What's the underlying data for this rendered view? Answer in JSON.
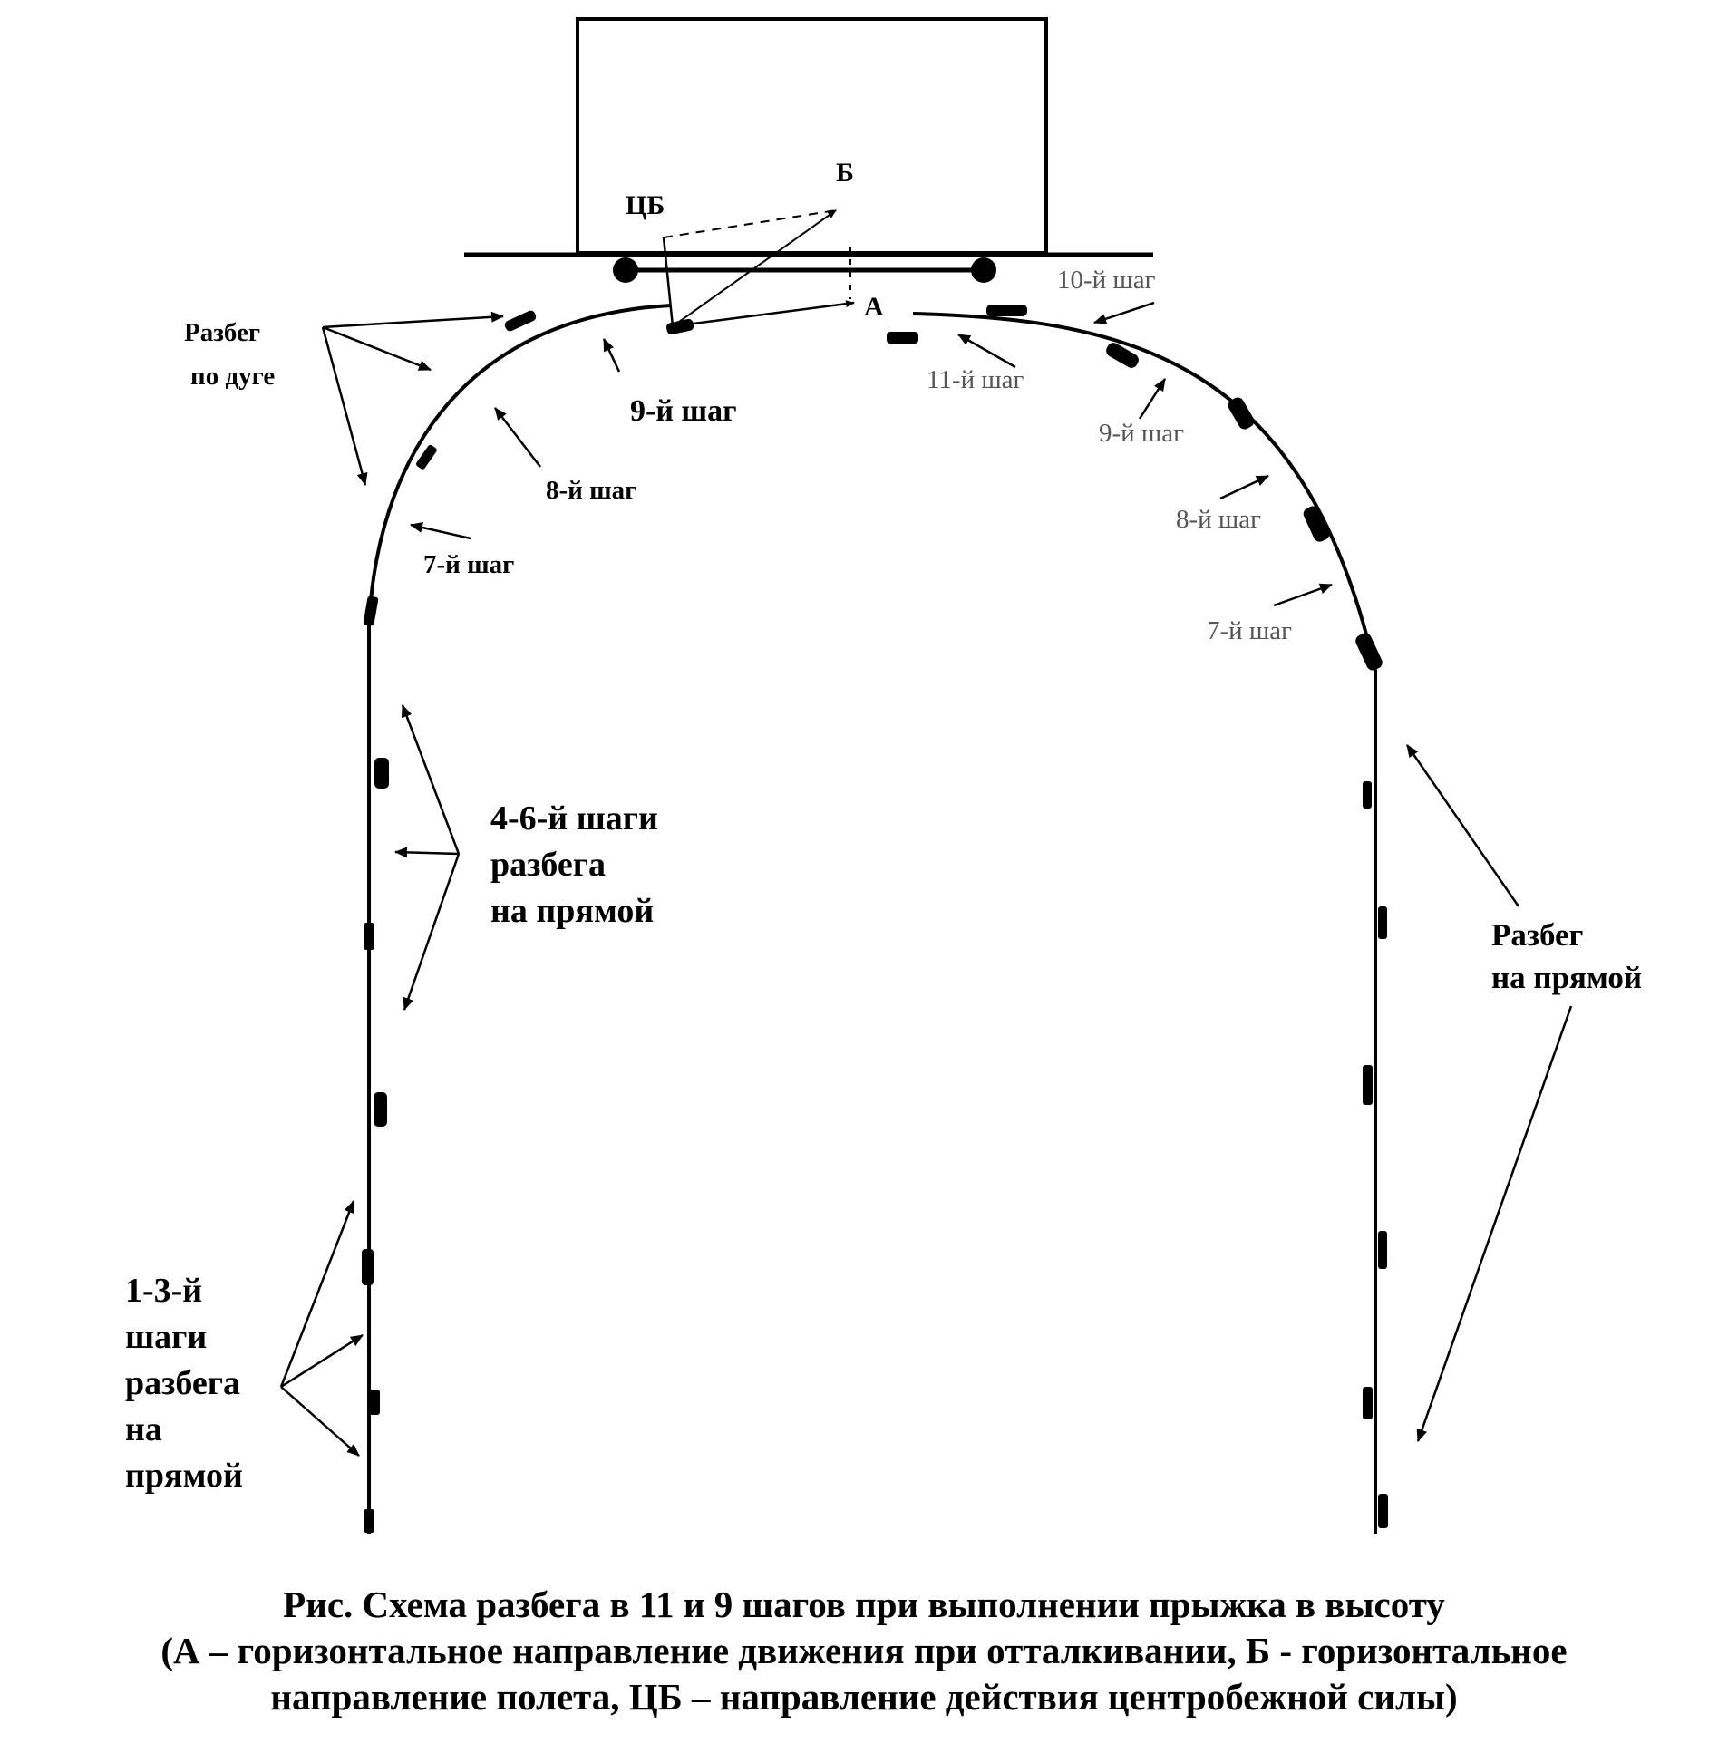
{
  "labels": {
    "cb": "ЦБ",
    "b": "Б",
    "a": "А",
    "left_arc": [
      "Разбег",
      "по дуге"
    ],
    "left_step9": "9-й шаг",
    "left_step8": "8-й шаг",
    "left_step7": "7-й шаг",
    "left_straight_4_6": [
      "4-6-й шаги",
      "разбега",
      "на прямой"
    ],
    "left_straight_1_3": [
      "1-3-й",
      "шаги",
      "разбега",
      "на",
      "прямой"
    ],
    "right_step10": "10-й шаг",
    "right_step11": "11-й шаг",
    "right_step9": "9-й шаг",
    "right_step8": "8-й шаг",
    "right_step7": "7-й шаг",
    "right_straight": [
      "Разбег",
      "на прямой"
    ]
  },
  "caption": {
    "line1": "Рис.     Схема разбега в 11 и 9 шагов при выполнении прыжка в высоту",
    "line2": "(А – горизонтальное направление движения при отталкивании, Б - горизонтальное",
    "line3": "направление полета, ЦБ – направление действия центробежной силы)"
  }
}
